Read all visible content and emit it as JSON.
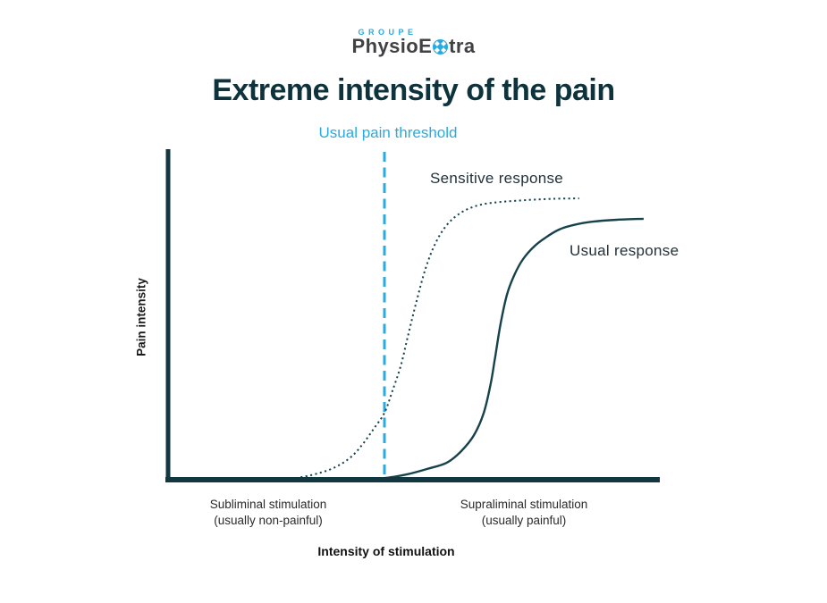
{
  "colors": {
    "accent_blue": "#29abe2",
    "title_teal": "#0e333d",
    "axis_teal": "#123740",
    "curve_teal": "#17414b",
    "logo_gray": "#414042"
  },
  "logo": {
    "groupe": "GROUPE",
    "brand_prefix": "PhysioE",
    "brand_suffix": "tra",
    "symbol": "x-compass-icon"
  },
  "title": "Extreme intensity of the pain",
  "chart_data": {
    "type": "line",
    "title": "Extreme intensity of the pain",
    "xlabel": "Intensity of stimulation",
    "ylabel": "Pain intensity",
    "x_range": [
      0,
      1
    ],
    "y_range": [
      0,
      1
    ],
    "grid": false,
    "legend_position": "inline-annotations",
    "threshold": {
      "label": "Usual pain threshold",
      "x": 0.44,
      "style": "dashed",
      "color": "#29abe2"
    },
    "series": [
      {
        "name": "Sensitive response",
        "style": "dotted",
        "color": "#17414b",
        "points": [
          [
            0.24,
            0.0
          ],
          [
            0.291,
            0.014
          ],
          [
            0.335,
            0.035
          ],
          [
            0.371,
            0.068
          ],
          [
            0.396,
            0.109
          ],
          [
            0.418,
            0.155
          ],
          [
            0.44,
            0.204
          ],
          [
            0.456,
            0.27
          ],
          [
            0.473,
            0.346
          ],
          [
            0.487,
            0.433
          ],
          [
            0.504,
            0.537
          ],
          [
            0.524,
            0.646
          ],
          [
            0.544,
            0.722
          ],
          [
            0.567,
            0.777
          ],
          [
            0.596,
            0.815
          ],
          [
            0.631,
            0.837
          ],
          [
            0.673,
            0.847
          ],
          [
            0.731,
            0.853
          ],
          [
            0.785,
            0.857
          ],
          [
            0.836,
            0.858
          ]
        ]
      },
      {
        "name": "Usual response",
        "style": "solid",
        "color": "#17414b",
        "points": [
          [
            0.345,
            0.003
          ],
          [
            0.385,
            0.004
          ],
          [
            0.44,
            0.005
          ],
          [
            0.485,
            0.016
          ],
          [
            0.527,
            0.033
          ],
          [
            0.567,
            0.052
          ],
          [
            0.596,
            0.087
          ],
          [
            0.622,
            0.136
          ],
          [
            0.642,
            0.204
          ],
          [
            0.656,
            0.292
          ],
          [
            0.665,
            0.373
          ],
          [
            0.676,
            0.474
          ],
          [
            0.689,
            0.564
          ],
          [
            0.704,
            0.624
          ],
          [
            0.722,
            0.673
          ],
          [
            0.744,
            0.711
          ],
          [
            0.767,
            0.738
          ],
          [
            0.795,
            0.763
          ],
          [
            0.825,
            0.777
          ],
          [
            0.862,
            0.787
          ],
          [
            0.913,
            0.793
          ],
          [
            0.967,
            0.796
          ]
        ]
      }
    ],
    "x_region_labels": [
      {
        "line1": "Subliminal stimulation",
        "line2": "(usually non-painful)",
        "center_x": 0.2
      },
      {
        "line1": "Supraliminal stimulation",
        "line2": "(usually painful)",
        "center_x": 0.72
      }
    ]
  }
}
